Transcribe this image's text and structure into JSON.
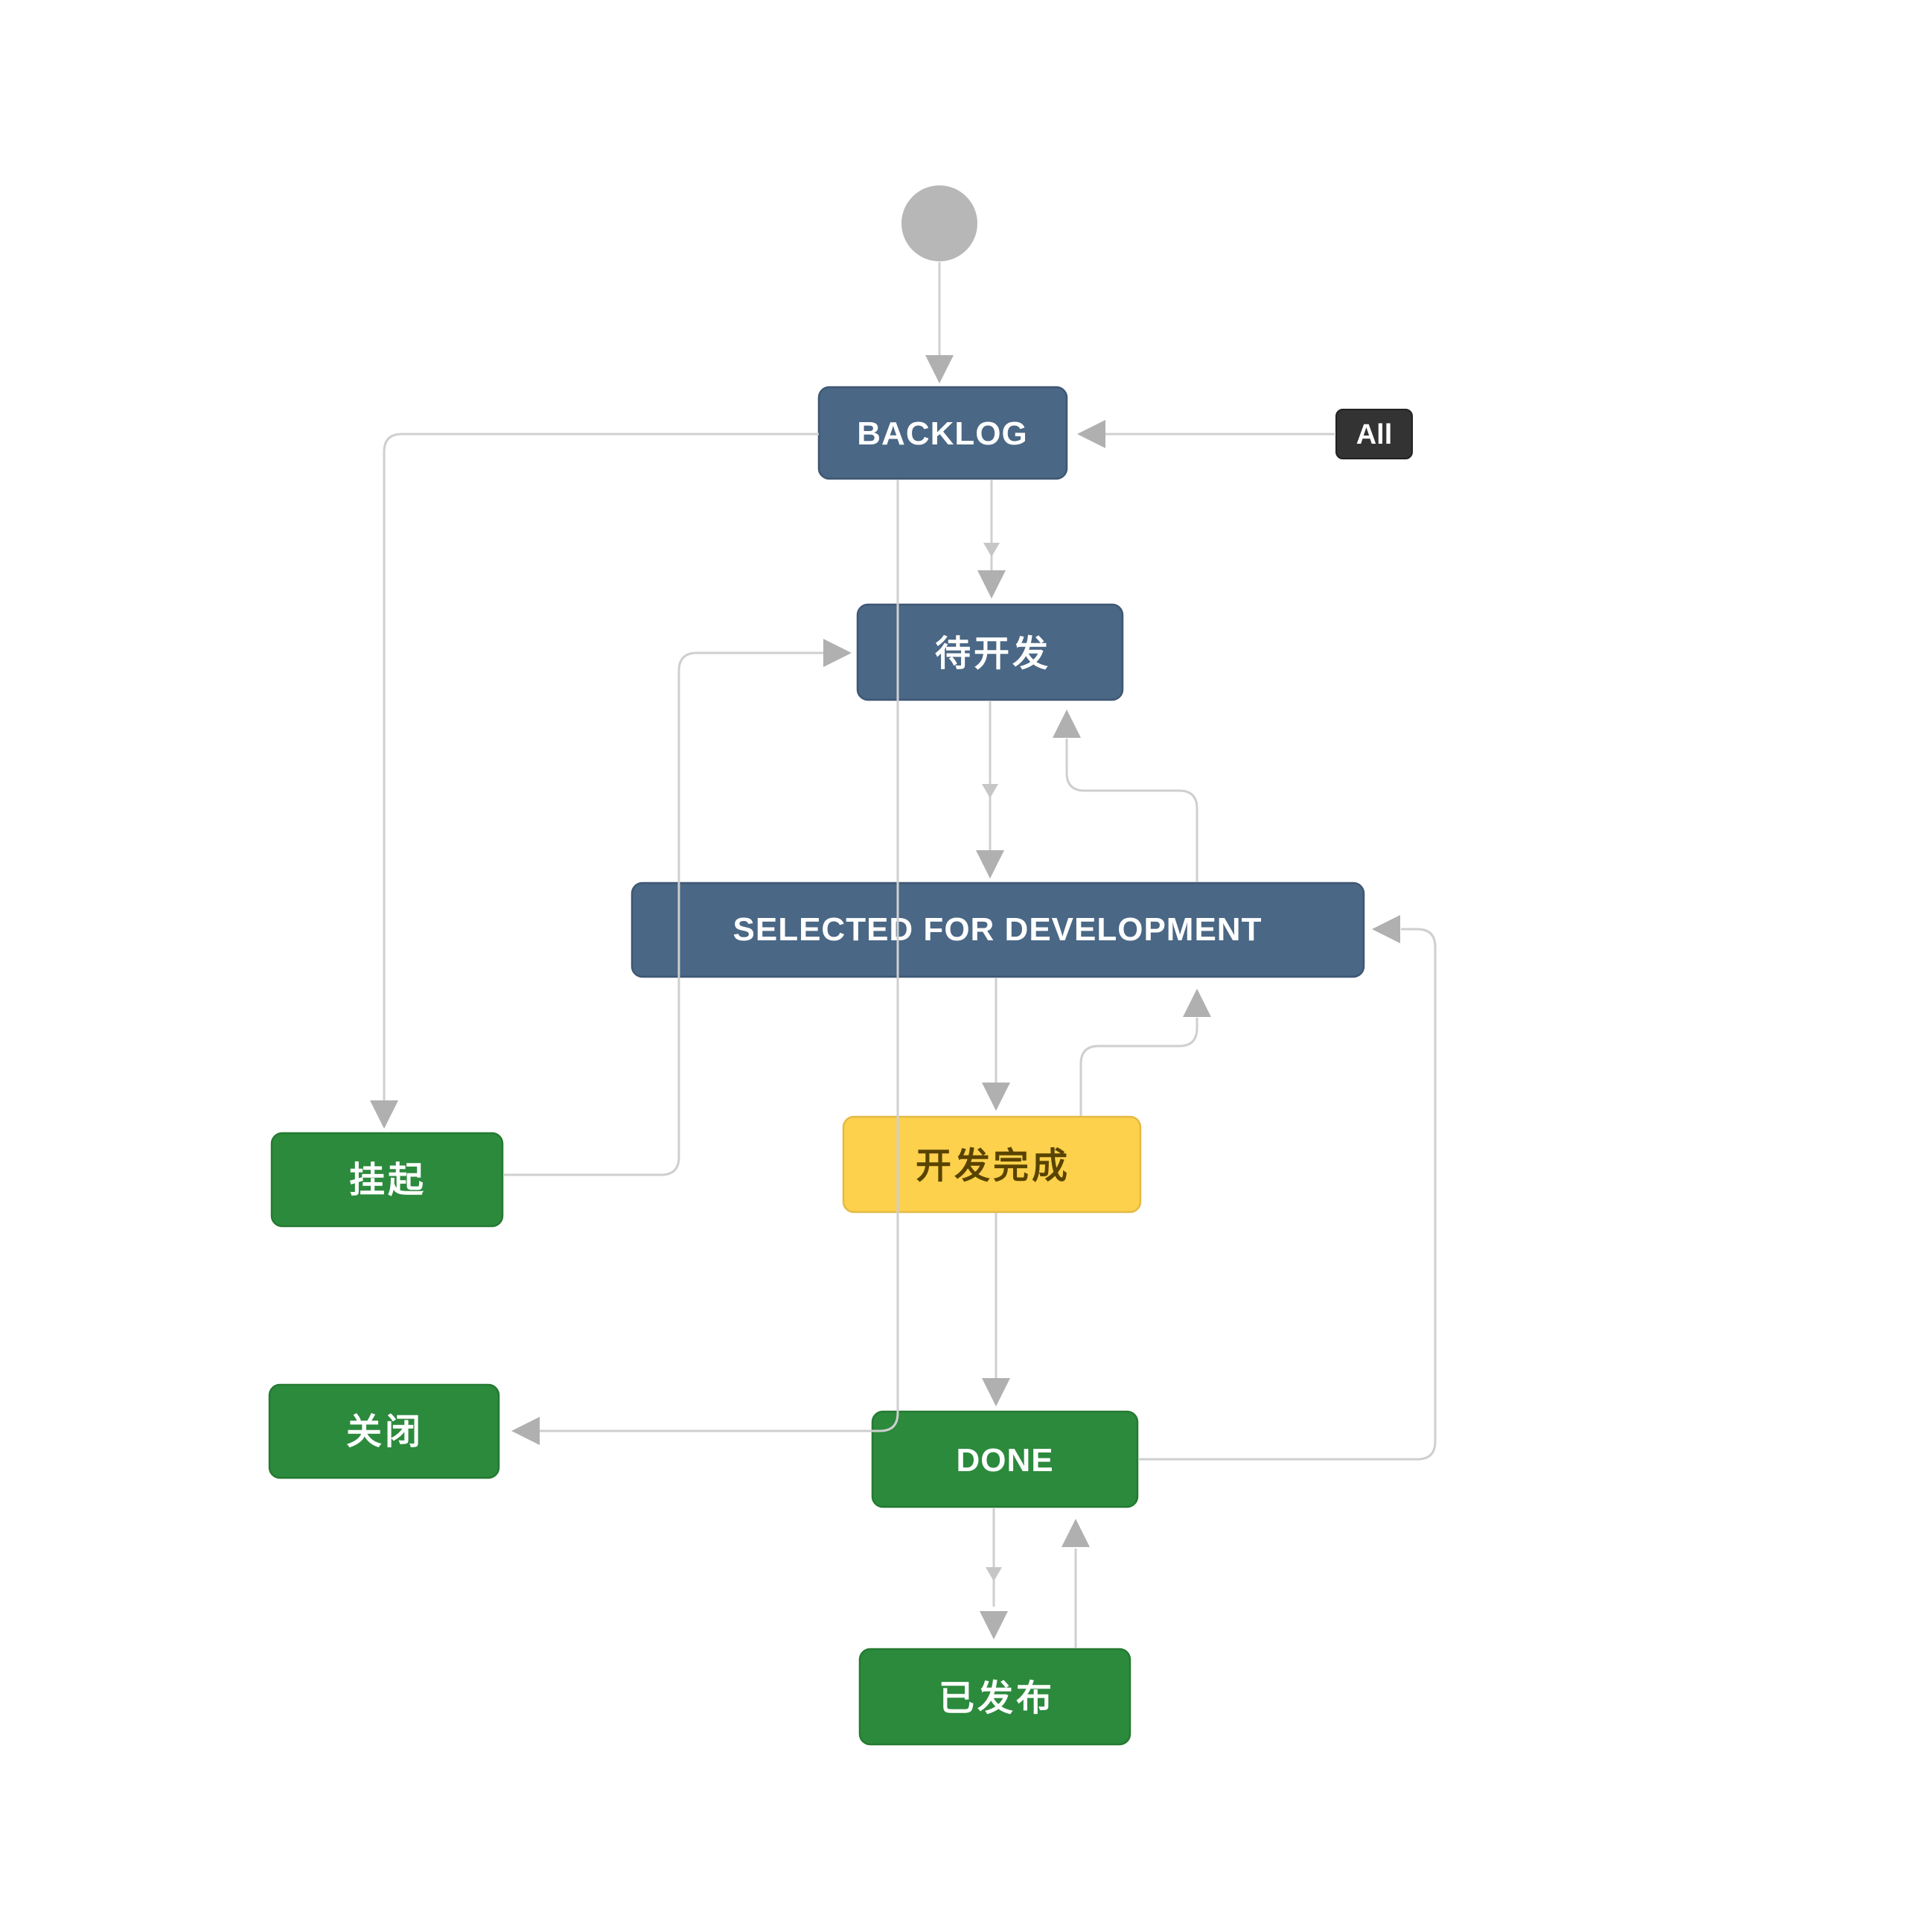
{
  "title": "Workflow status diagram",
  "colors": {
    "background": "#ffffff",
    "node_blue": "#4a6785",
    "node_blue_border": "#3e5774",
    "node_green": "#2c8a3d",
    "node_green_border": "#247a31",
    "node_yellow": "#fdd14c",
    "node_yellow_border": "#e3ba45",
    "node_yellow_text": "#594300",
    "node_text_light": "#ffffff",
    "badge_bg": "#333333",
    "badge_text": "#ffffff",
    "edge_line": "#cfcfcf",
    "edge_arrow": "#b0b0b0",
    "start_circle": "#b7b7b7"
  },
  "diagram": {
    "badge": {
      "label": "All"
    },
    "nodes": {
      "backlog": {
        "label": "BACKLOG",
        "color_type": "blue"
      },
      "todev": {
        "label": "待开发",
        "color_type": "blue"
      },
      "selected": {
        "label": "SELECTED FOR DEVELOPMENT",
        "color_type": "blue"
      },
      "devdone": {
        "label": "开发完成",
        "color_type": "yellow"
      },
      "suspend": {
        "label": "挂起",
        "color_type": "green"
      },
      "close": {
        "label": "关闭",
        "color_type": "green"
      },
      "done": {
        "label": "DONE",
        "color_type": "green"
      },
      "released": {
        "label": "已发布",
        "color_type": "green"
      }
    },
    "transitions": [
      {
        "from": "start",
        "to": "backlog"
      },
      {
        "from": "all",
        "to": "backlog"
      },
      {
        "from": "backlog",
        "to": "todev"
      },
      {
        "from": "backlog",
        "to": "suspend"
      },
      {
        "from": "backlog",
        "to": "close"
      },
      {
        "from": "suspend",
        "to": "todev"
      },
      {
        "from": "todev",
        "to": "selected"
      },
      {
        "from": "selected",
        "to": "todev"
      },
      {
        "from": "selected",
        "to": "devdone"
      },
      {
        "from": "devdone",
        "to": "selected"
      },
      {
        "from": "devdone",
        "to": "done"
      },
      {
        "from": "done",
        "to": "selected"
      },
      {
        "from": "done",
        "to": "released"
      },
      {
        "from": "released",
        "to": "done"
      }
    ]
  }
}
